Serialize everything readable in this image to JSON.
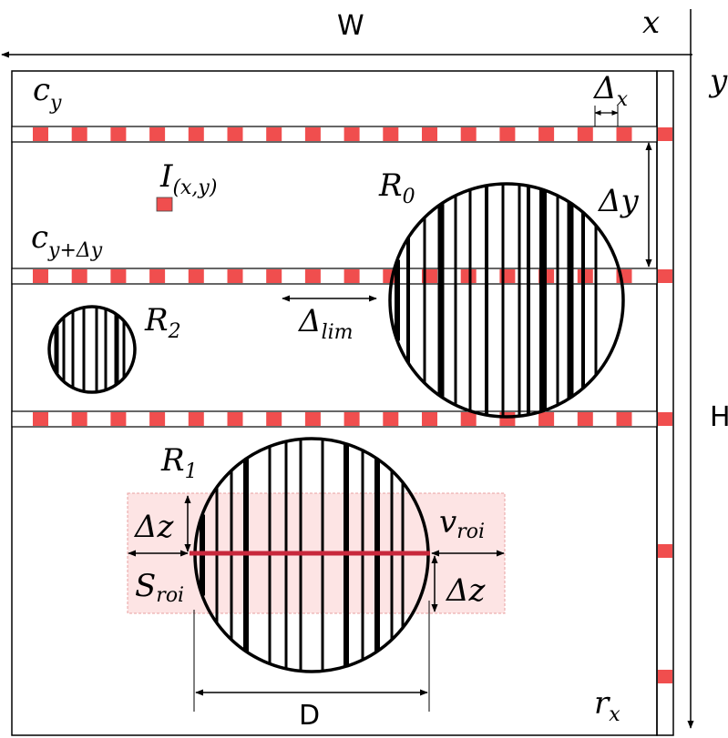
{
  "labels": {
    "W": "W",
    "H": "H",
    "D": "D",
    "x_axis": "x",
    "y_axis": "y",
    "c_y": {
      "base": "c",
      "sub": "y"
    },
    "c_y_dy": {
      "base": "c",
      "sub": "y+Δy"
    },
    "pixel": {
      "base": "I",
      "sub": "(x,y)"
    },
    "delta_x": {
      "base": "Δ",
      "sub": "x"
    },
    "delta_y": "Δy",
    "delta_lim": {
      "base": "Δ",
      "sub": "lim"
    },
    "R0": {
      "base": "R",
      "sub": "0"
    },
    "R1": {
      "base": "R",
      "sub": "1"
    },
    "R2": {
      "base": "R",
      "sub": "2"
    },
    "delta_z_left": "Δz",
    "delta_z_right": "Δz",
    "v_roi": {
      "base": "v",
      "sub": "roi"
    },
    "s_roi": {
      "base": "S",
      "sub": "roi"
    },
    "r_x": {
      "base": "r",
      "sub": "x"
    }
  },
  "colors": {
    "sample_red": "#f04e4e",
    "roi_fill": "#fde4e4",
    "roi_border": "#e8a0a0",
    "diameter_line": "#c8283c",
    "stroke": "#000000"
  }
}
